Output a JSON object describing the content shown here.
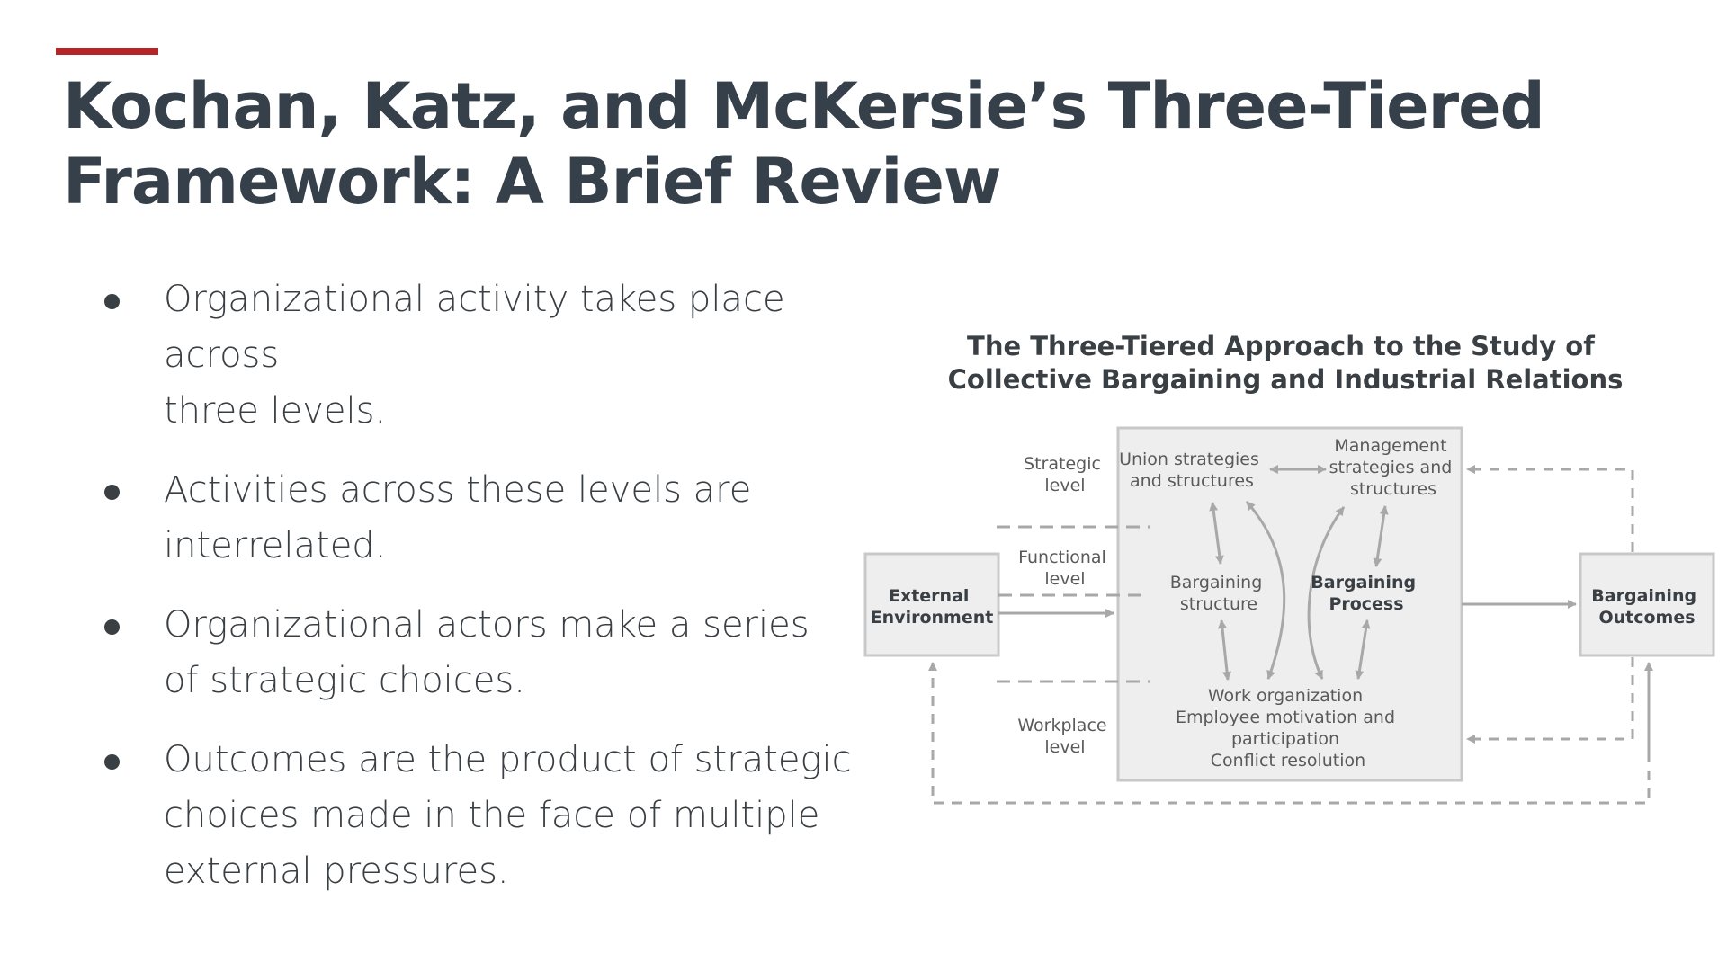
{
  "slide": {
    "title_lines": [
      "Kochan, Katz, and McKersie’s Three-Tiered",
      "Framework: A Brief Review"
    ],
    "accent_color": "#b5262b",
    "bullets": [
      {
        "lines": [
          "Organizational activity takes place across",
          "three levels."
        ]
      },
      {
        "lines": [
          "Activities across these levels are",
          "interrelated."
        ]
      },
      {
        "lines": [
          "Organizational actors make a series",
          "of strategic choices."
        ]
      },
      {
        "lines": [
          "Outcomes are the product of strategic",
          "choices made in the face of multiple",
          "external pressures."
        ]
      }
    ]
  },
  "diagram": {
    "title_lines": [
      "The Three-Tiered Approach to the Study of",
      "Collective Bargaining and Industrial Relations"
    ],
    "levels": {
      "strategic": [
        "Strategic",
        "level"
      ],
      "functional": [
        "Functional",
        "level"
      ],
      "workplace": [
        "Workplace",
        "level"
      ]
    },
    "external_environment": [
      "External",
      "Environment"
    ],
    "bargaining_outcomes": [
      "Bargaining",
      "Outcomes"
    ],
    "union_strategies": [
      "Union strategies",
      "and structures"
    ],
    "management_strategies": [
      "Management",
      "strategies and",
      "structures"
    ],
    "bargaining_structure": [
      "Bargaining",
      "structure"
    ],
    "bargaining_process": [
      "Bargaining",
      "Process"
    ],
    "workplace_items": [
      "Work organization",
      "Employee motivation and",
      "participation",
      "Conflict resolution"
    ]
  }
}
